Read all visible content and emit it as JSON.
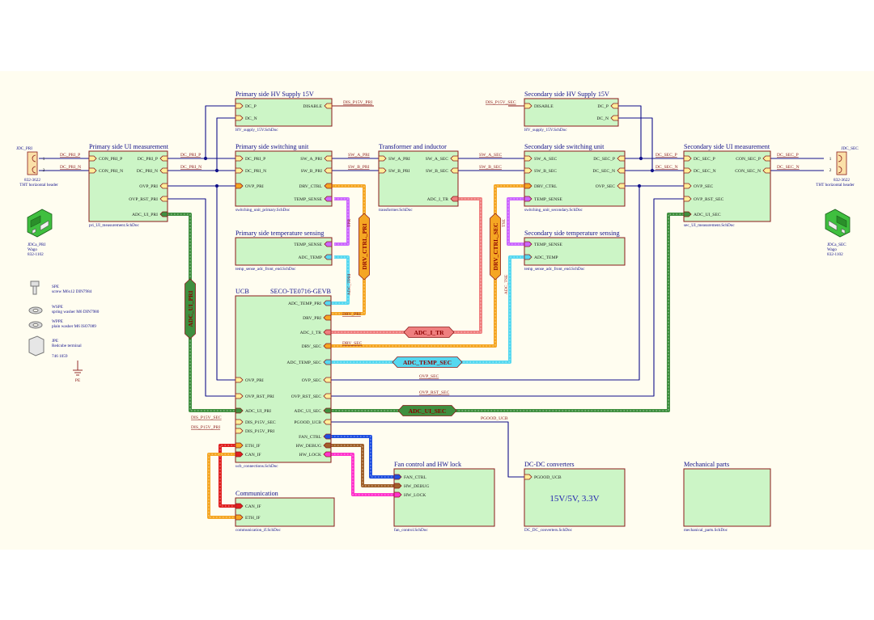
{
  "blocks": {
    "hv_pri": {
      "title": "Primary side HV Supply 15V",
      "file": "HV_supply_15V.SchDoc",
      "pins": [
        "DC_P",
        "DC_N",
        "DISABLE"
      ]
    },
    "hv_sec": {
      "title": "Secondary side HV Supply 15V",
      "file": "HV_supply_15V.SchDoc",
      "pins": [
        "DISABLE",
        "DC_P",
        "DC_N"
      ]
    },
    "pri_ui": {
      "title": "Primary side UI measurement",
      "file": "pri_UI_measurement.SchDoc",
      "pins": [
        "CON_PRI_P",
        "CON_PRI_N",
        "DC_PRI_P",
        "DC_PRI_N",
        "OVP_PRI",
        "OVP_RST_PRI",
        "ADC_UI_PRI"
      ]
    },
    "sw_pri": {
      "title": "Primary side switching unit",
      "file": "switching_unit_primary.SchDoc",
      "pins": [
        "DC_PRI_P",
        "DC_PRI_N",
        "OVP_PRI",
        "SW_A_PRI",
        "SW_B_PRI",
        "DRV_CTRL",
        "TEMP_SENSE"
      ]
    },
    "xfmr": {
      "title": "Transformer and inductor",
      "file": "transformer.SchDoc",
      "pins": [
        "SW_A_PRI",
        "SW_B_PRI",
        "SW_A_SEC",
        "SW_B_SEC",
        "ADC_I_TR"
      ]
    },
    "sw_sec": {
      "title": "Secondary side switching unit",
      "file": "switching_unit_secondary.SchDoc",
      "pins": [
        "SW_A_SEC",
        "SW_B_SEC",
        "DRV_CTRL",
        "TEMP_SENSE",
        "DC_SEC_P",
        "DC_SEC_N",
        "OVP_SEC"
      ]
    },
    "sec_ui": {
      "title": "Secondary side UI measurement",
      "file": "sec_UI_measurement.SchDoc",
      "pins": [
        "DC_SEC_P",
        "DC_SEC_N",
        "OVP_SEC",
        "OVP_RST_SEC",
        "ADC_UI_SEC",
        "CON_SEC_P",
        "CON_SEC_N"
      ]
    },
    "ts_pri": {
      "title": "Primary side temperature sensing",
      "file": "temp_sense_adc_front_end.SchDoc",
      "pins": [
        "TEMP_SENSE",
        "ADC_TEMP"
      ]
    },
    "ts_sec": {
      "title": "Secondary side temperature sensing",
      "file": "temp_sense_adc_front_end.SchDoc",
      "pins": [
        "TEMP_SENSE",
        "ADC_TEMP"
      ]
    },
    "ucb": {
      "title": "UCB",
      "subtitle": "SECO-TE0716-GEVB",
      "file": "ucb_connections.SchDoc",
      "pins_left": [
        "OVP_PRI",
        "OVP_RST_PRI",
        "ADC_UI_PRI",
        "DIS_P15V_SEC",
        "DIS_P15V_PRI",
        "ETH_IF",
        "CAN_IF"
      ],
      "pins_right": [
        "ADC_TEMP_PRI",
        "DRV_PRI",
        "ADC_I_TR",
        "DRV_SEC",
        "ADC_TEMP_SEC",
        "OVP_SEC",
        "OVP_RST_SEC",
        "ADC_UI_SEC",
        "PGOOD_UCB",
        "FAN_CTRL",
        "HW_DEBUG",
        "HW_LOCK"
      ]
    },
    "comm": {
      "title": "Communication",
      "file": "communication_if.SchDoc",
      "pins": [
        "CAN_IF",
        "ETH_IF"
      ]
    },
    "fan": {
      "title": "Fan control and HW lock",
      "file": "fan_control.SchDoc",
      "pins": [
        "FAN_CTRL",
        "HW_DEBUG",
        "HW_LOCK"
      ]
    },
    "dcdc": {
      "title": "DC-DC converters",
      "file": "DC_DC_converters.SchDoc",
      "pins": [
        "PGOOD_UCB"
      ],
      "body": "15V/5V, 3.3V"
    },
    "mech": {
      "title": "Mechanical parts",
      "file": "mechanical_parts.SchDoc"
    }
  },
  "nets": [
    "DC_PRI_P",
    "DC_PRI_N",
    "DIS_P15V_PRI",
    "SW_A_PRI",
    "SW_B_PRI",
    "SW_A_SEC",
    "SW_B_SEC",
    "DIS_P15V_SEC",
    "DC_SEC_P",
    "DC_SEC_N",
    "DRV_PRI",
    "DRV_SEC",
    "OVP_SEC",
    "OVP_RST_SEC",
    "PGOOD_UCB",
    "TPR",
    "TSE",
    "ADC_TPRI",
    "ADC_TSE"
  ],
  "buses": {
    "drv_pri": "DRV_CTRL_PRI",
    "drv_sec": "DRV_CTRL_SEC",
    "adc_ui_pri": "ADC_UI_PRI",
    "adc_i_tr": "ADC_I_TR",
    "adc_temp_sec": "ADC_TEMP_SEC",
    "adc_ui_sec": "ADC_UI_SEC"
  },
  "connectors": {
    "jdc_pri": {
      "ref": "JDC_PRI",
      "pins": [
        "1",
        "2"
      ],
      "part": "832-3622",
      "desc": "THT horizontal header"
    },
    "jdc_sec": {
      "ref": "JDC_SEC",
      "pins": [
        "1",
        "2"
      ],
      "part": "832-3622",
      "desc": "THT horizontal header"
    },
    "jdca_pri": {
      "ref": "JDCa_PRI",
      "maker": "Wago",
      "part": "832-1102"
    },
    "jdca_sec": {
      "ref": "JDCa_SEC",
      "maker": "Wago",
      "part": "832-1102"
    }
  },
  "mech_parts": [
    {
      "ref": "SPE",
      "desc": "screw M6x12 DIN7984"
    },
    {
      "ref": "WSPE",
      "desc": "spring washer M6 DIN7980"
    },
    {
      "ref": "WPPE",
      "desc": "plain washer M6 ISO7089"
    },
    {
      "ref": "JPE",
      "desc": "Redcube terminal",
      "part": "746 1059"
    }
  ],
  "pe_label": "PE",
  "colors": {
    "block_fill": "#ccf5c6",
    "block_border": "#8b1a1a",
    "wire": "#10108a",
    "text_blue": "#10108a",
    "net_label": "#8b1a1a",
    "port_drv": "#f5a623",
    "port_temp": "#cc66ff",
    "port_adc_temp": "#55d8f0",
    "port_adc_i": "#ef7f7f",
    "port_adc_ui": "#3f8f3f",
    "port_comm_can": "#e02020",
    "port_comm_eth": "#f5a623",
    "port_fan": "#1f4fe0",
    "port_debug": "#a0602a",
    "port_lock": "#ff33cc"
  }
}
